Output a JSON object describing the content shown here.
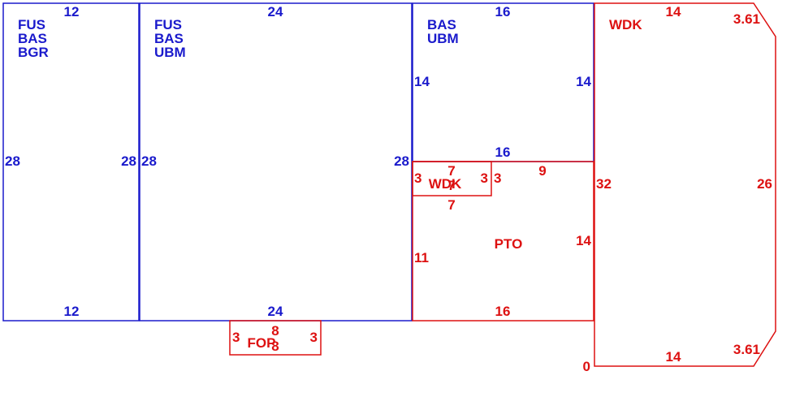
{
  "colors": {
    "blue": "#1a1acc",
    "red": "#dd1111"
  },
  "regions": {
    "r1": {
      "labels": [
        "FUS",
        "BAS",
        "BGR"
      ],
      "dim_top": "12",
      "dim_bottom": "12",
      "dim_left": "28",
      "dim_right": "28"
    },
    "r2": {
      "labels": [
        "FUS",
        "BAS",
        "UBM"
      ],
      "dim_top": "24",
      "dim_bottom": "24",
      "dim_left": "28",
      "dim_right": "28"
    },
    "r3": {
      "labels": [
        "BAS",
        "UBM"
      ],
      "dim_top": "16",
      "dim_bottom": "16",
      "dim_left": "14",
      "dim_right": "14"
    },
    "pto": {
      "label": "PTO",
      "dim_bottom": "16",
      "dim_left": "11",
      "dim_right": "14",
      "dim_top_right": "9"
    },
    "wdk_small": {
      "label": "WDK",
      "dim_top": "7",
      "dim_top_inner": "7",
      "dim_bottom": "7",
      "dim_left": "3",
      "dim_right_in": "3",
      "dim_right_out": "3"
    },
    "wdk_big": {
      "label": "WDK",
      "dim_top": "14",
      "dim_bottom": "14",
      "dim_left": "32",
      "dim_right": "26",
      "dim_corner_top": "3.61",
      "dim_corner_bottom": "3.61",
      "dim_origin": "0"
    },
    "fop": {
      "label": "FOP",
      "dim_top": "8",
      "dim_bottom": "8",
      "dim_left": "3",
      "dim_right": "3"
    }
  }
}
